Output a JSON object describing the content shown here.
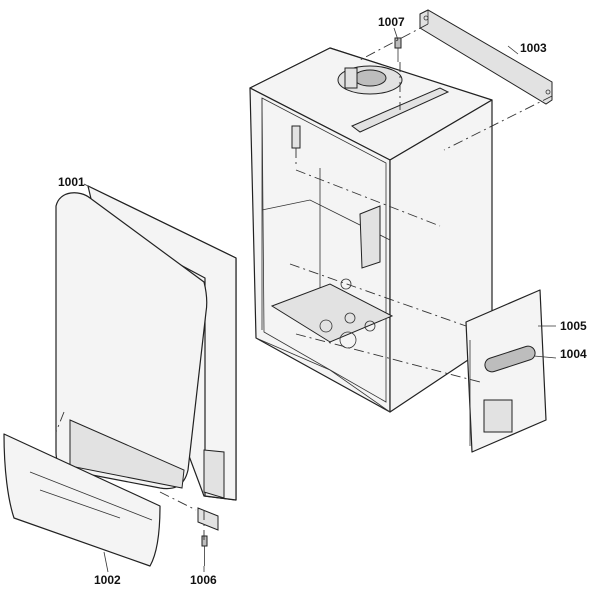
{
  "labels": {
    "p1001": "1001",
    "p1002": "1002",
    "p1003": "1003",
    "p1004": "1004",
    "p1005": "1005",
    "p1006": "1006",
    "p1007": "1007"
  }
}
